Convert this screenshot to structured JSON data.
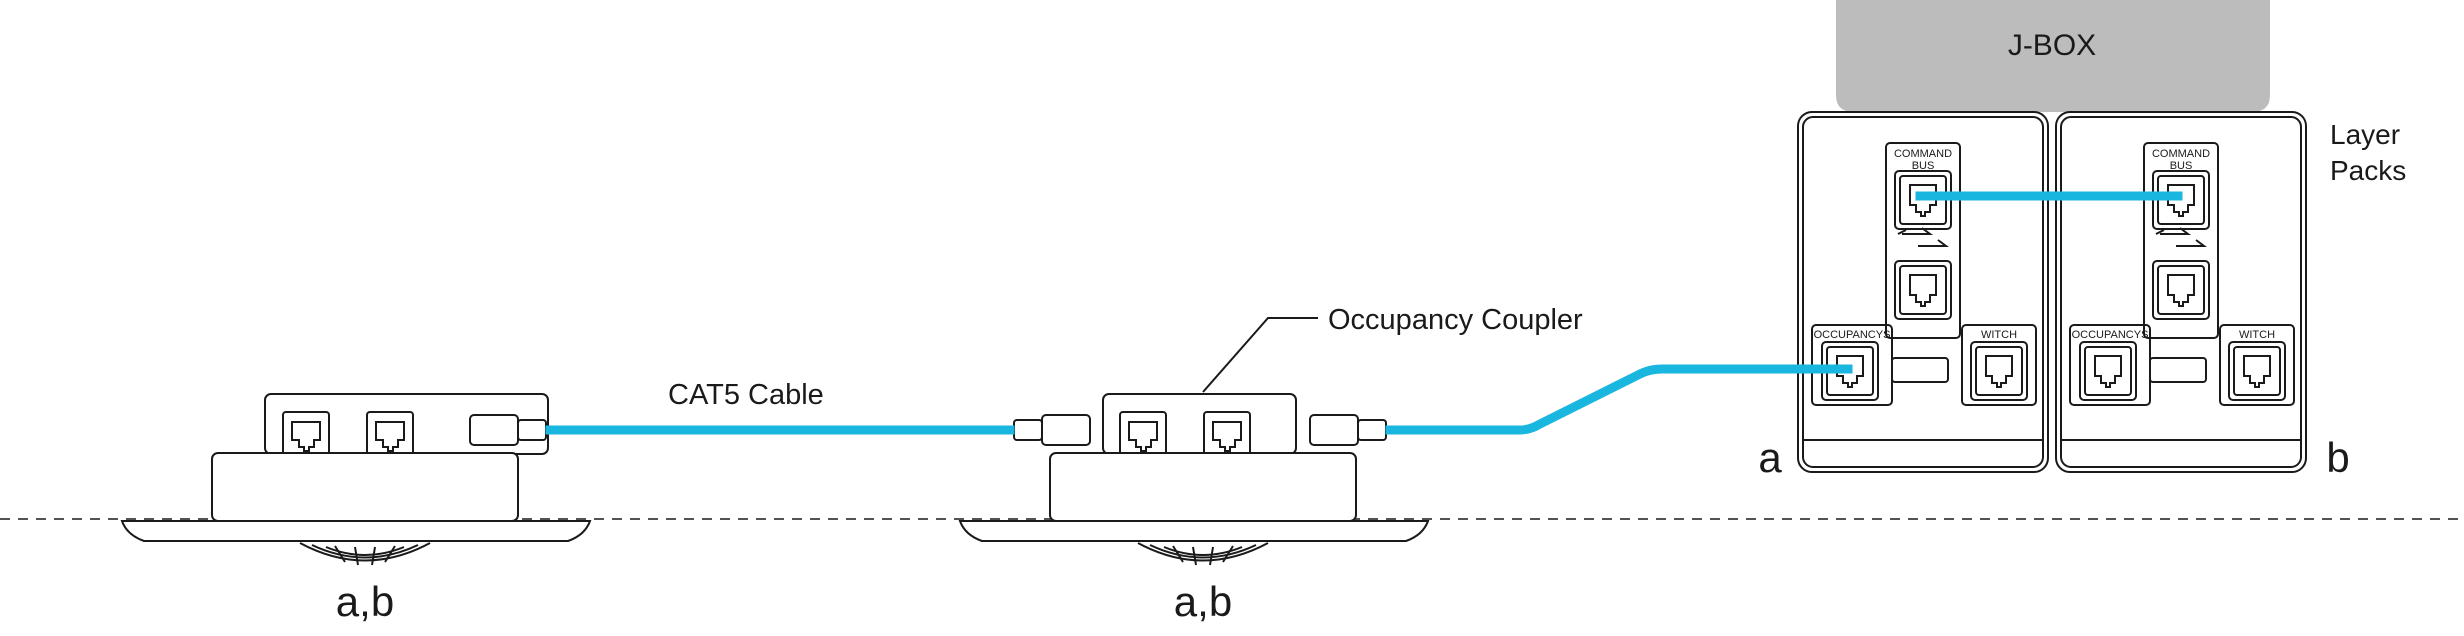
{
  "jbox": {
    "label": "J-BOX"
  },
  "layer_packs": {
    "label_line1": "Layer",
    "label_line2": "Packs",
    "pack_a": {
      "tag": "a",
      "command_line1": "COMMAND",
      "command_line2": "BUS",
      "occupancy": "OCCUPANCYS",
      "switch": "WITCH"
    },
    "pack_b": {
      "tag": "b",
      "command_line1": "COMMAND",
      "command_line2": "BUS",
      "occupancy": "OCCUPANCYS",
      "switch": "WITCH"
    }
  },
  "coupler": {
    "label": "Occupancy Coupler"
  },
  "cable": {
    "label": "CAT5 Cable",
    "color": "#19b6e0"
  },
  "sensors": [
    {
      "tag": "a,b"
    },
    {
      "tag": "a,b"
    }
  ],
  "colors": {
    "jbox_fill": "#bdbcbc",
    "line": "#1a1a1a"
  }
}
